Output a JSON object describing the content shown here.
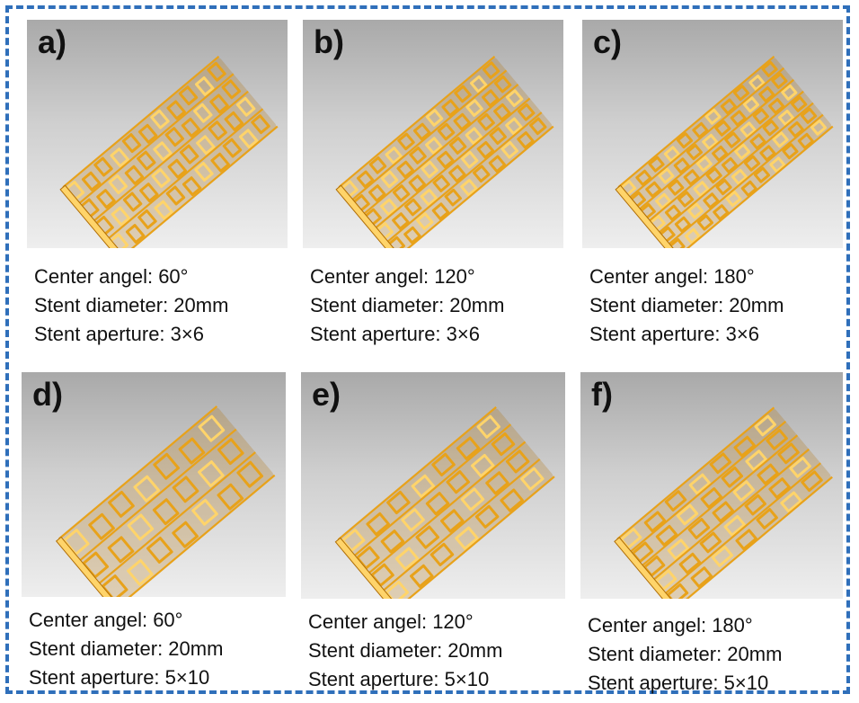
{
  "panels": [
    {
      "label": "a)",
      "lines": [
        "Center angel: 60°",
        "Stent diameter: 20mm",
        "Stent aperture: 3×6"
      ]
    },
    {
      "label": "b)",
      "lines": [
        "Center angel: 120°",
        "Stent diameter: 20mm",
        "Stent aperture: 3×6"
      ]
    },
    {
      "label": "c)",
      "lines": [
        "Center angel: 180°",
        "Stent diameter: 20mm",
        "Stent aperture: 3×6"
      ]
    },
    {
      "label": "d)",
      "lines": [
        "Center angel: 60°",
        "Stent diameter: 20mm",
        "Stent aperture: 5×10"
      ]
    },
    {
      "label": "e)",
      "lines": [
        "Center angel: 120°",
        "Stent diameter: 20mm",
        "Stent aperture: 5×10"
      ]
    },
    {
      "label": "f)",
      "lines": [
        "Center angel: 180°",
        "Stent diameter: 20mm",
        "Stent aperture: 5×10"
      ]
    }
  ],
  "colors": {
    "border": "#2f6fba",
    "stent": "#e8a21a",
    "stent_dark": "#b06e06",
    "stent_light": "#ffd46a"
  }
}
